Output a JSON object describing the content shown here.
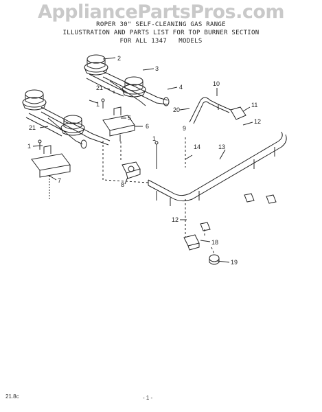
{
  "watermark": "AppliancePartsPros.com",
  "header": {
    "line1": "ROPER 30\" SELF-CLEANING GAS RANGE",
    "line2": "ILLUSTRATION AND PARTS LIST FOR TOP BURNER SECTION",
    "line3": "FOR ALL 1347   MODELS"
  },
  "callouts": {
    "c1a": "1",
    "c1b": "1",
    "c1c": "1",
    "c2": "2",
    "c3": "3",
    "c4": "4",
    "c5": "5",
    "c6": "6",
    "c7": "7",
    "c8": "8",
    "c9": "9",
    "c10": "10",
    "c11": "11",
    "c12a": "12",
    "c12b": "12",
    "c13": "13",
    "c14": "14",
    "c18": "18",
    "c19": "19",
    "c20": "20",
    "c21a": "21",
    "c21b": "21"
  },
  "footer": {
    "code": "21.8c",
    "page": "- 1 -"
  }
}
